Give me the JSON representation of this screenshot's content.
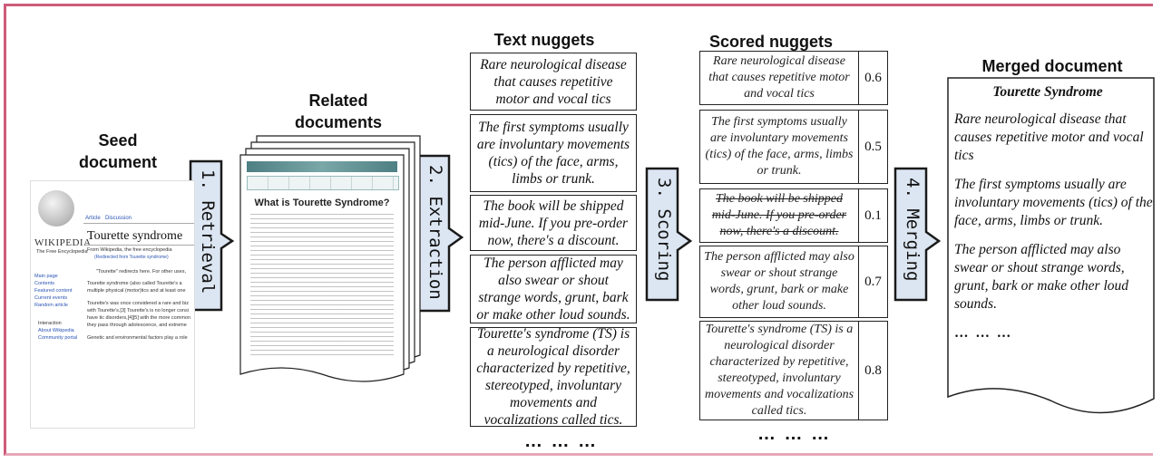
{
  "headers": {
    "seed": "Seed document",
    "related": "Related documents",
    "text_nuggets": "Text nuggets",
    "scored_nuggets": "Scored nuggets",
    "merged": "Merged document"
  },
  "steps": [
    "1. Retrieval",
    "2. Extraction",
    "3. Scoring",
    "4. Merging"
  ],
  "wiki": {
    "logo_text": "WIKIPEDIA",
    "logo_sub": "The Free Encyclopedia",
    "tab_article": "Article",
    "tab_discussion": "Discussion",
    "title": "Tourette syndrome",
    "from": "From Wikipedia, the free encyclopedia",
    "redirect": "(Redirected from Tourette syndrome)",
    "nav": [
      "Main page",
      "Contents",
      "Featured content",
      "Current events",
      "Random article"
    ],
    "interaction": [
      "Interaction",
      "About Wikipedia",
      "Community portal"
    ],
    "lines": [
      "\"Tourette\" redirects here. For other uses,",
      "Tourette syndrome (also called Tourette's a",
      "multiple physical (motor)tics and at least one",
      "Tourette's was once considered a rare and biz",
      "with Tourette's.[3] Tourette's is no longer consi",
      "have tic disorders,[4][5] with the more common",
      "they pass through adolescence, and extreme",
      "Genetic and environmental factors play a role"
    ]
  },
  "related_doc": {
    "title": "What is Tourette Syndrome?"
  },
  "text_nuggets": [
    "Rare neurological disease that causes repetitive motor and vocal tics",
    "The first symptoms usually are involuntary movements (tics) of the face, arms, limbs or trunk.",
    "The book will be shipped mid-June.  If you pre-order now, there's a discount.",
    "The person afflicted may also swear or shout strange words, grunt, bark or make other loud sounds.",
    "Tourette's syndrome (TS) is a neurological disorder characterized  by repetitive, stereotyped, involuntary movements and vocalizations called tics."
  ],
  "scored_nuggets": [
    {
      "text": "Rare neurological disease that causes repetitive motor and vocal tics",
      "score": "0.6",
      "struck": false
    },
    {
      "text": "The first symptoms usually are involuntary movements (tics) of the face, arms, limbs or trunk.",
      "score": "0.5",
      "struck": false
    },
    {
      "text": "The book will be shipped mid-June. If you pre-order now, there's a discount.",
      "score": "0.1",
      "struck": true
    },
    {
      "text": "The person afflicted may also swear or shout strange words, grunt, bark or make other loud sounds.",
      "score": "0.7",
      "struck": false
    },
    {
      "text": "Tourette's syndrome (TS) is a neurological disorder characterized by repetitive, stereotyped, involuntary movements and vocalizations called tics.",
      "score": "0.8",
      "struck": false
    }
  ],
  "ellipsis": "… … …",
  "merged": {
    "title": "Tourette Syndrome",
    "paragraphs": [
      "Rare neurological disease that causes repetitive  motor and vocal tics",
      "The first symptoms usually are involuntary movements (tics) of the face, arms, limbs or trunk.",
      "The person afflicted  may also swear or shout strange words, grunt, bark or make other loud sounds."
    ],
    "ellipsis": "… … …"
  },
  "colors": {
    "frame": "#cd5c7a",
    "arrow_fill": "#dce6f2",
    "arrow_stroke": "#1a1a1a"
  }
}
